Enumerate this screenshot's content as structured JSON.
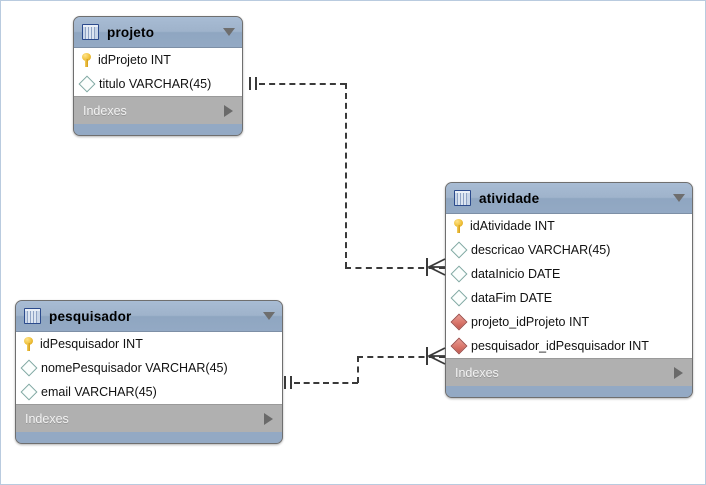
{
  "diagram": {
    "title": "EER Diagram",
    "background_color": "#ffffff",
    "border_color": "#b9cbdf",
    "header_color": "#93a9c4",
    "indexes_color": "#b0b0b0",
    "pk_icon_color": "#f0c23c",
    "fk_icon_color": "#d9766b",
    "column_icon_color": "#7fa8a2",
    "connector_color": "#3a3a3a"
  },
  "tables": [
    {
      "name": "projeto",
      "icon": "table-icon",
      "caret": "chevron-down-icon",
      "indexes_label": "Indexes",
      "indexes_caret": "chevron-right-icon",
      "columns": [
        {
          "label": "idProjeto INT",
          "icon": "primary-key-icon"
        },
        {
          "label": "titulo VARCHAR(45)",
          "icon": "column-diamond-icon"
        }
      ]
    },
    {
      "name": "atividade",
      "icon": "table-icon",
      "caret": "chevron-down-icon",
      "indexes_label": "Indexes",
      "indexes_caret": "chevron-right-icon",
      "columns": [
        {
          "label": "idAtividade INT",
          "icon": "primary-key-icon"
        },
        {
          "label": "descricao VARCHAR(45)",
          "icon": "column-diamond-icon"
        },
        {
          "label": "dataInicio DATE",
          "icon": "column-diamond-icon"
        },
        {
          "label": "dataFim DATE",
          "icon": "column-diamond-icon"
        },
        {
          "label": "projeto_idProjeto INT",
          "icon": "foreign-key-icon"
        },
        {
          "label": "pesquisador_idPesquisador INT",
          "icon": "foreign-key-icon"
        }
      ]
    },
    {
      "name": "pesquisador",
      "icon": "table-icon",
      "caret": "chevron-down-icon",
      "indexes_label": "Indexes",
      "indexes_caret": "chevron-right-icon",
      "columns": [
        {
          "label": "idPesquisador INT",
          "icon": "primary-key-icon"
        },
        {
          "label": "nomePesquisador VARCHAR(45)",
          "icon": "column-diamond-icon"
        },
        {
          "label": "email VARCHAR(45)",
          "icon": "column-diamond-icon"
        }
      ]
    }
  ],
  "relationships": [
    {
      "from_table": "projeto",
      "from_column": "idProjeto",
      "to_table": "atividade",
      "to_column": "projeto_idProjeto",
      "from_cardinality": "one",
      "to_cardinality": "many",
      "line_style": "dashed"
    },
    {
      "from_table": "pesquisador",
      "from_column": "idPesquisador",
      "to_table": "atividade",
      "to_column": "pesquisador_idPesquisador",
      "from_cardinality": "one",
      "to_cardinality": "many",
      "line_style": "dashed"
    }
  ]
}
